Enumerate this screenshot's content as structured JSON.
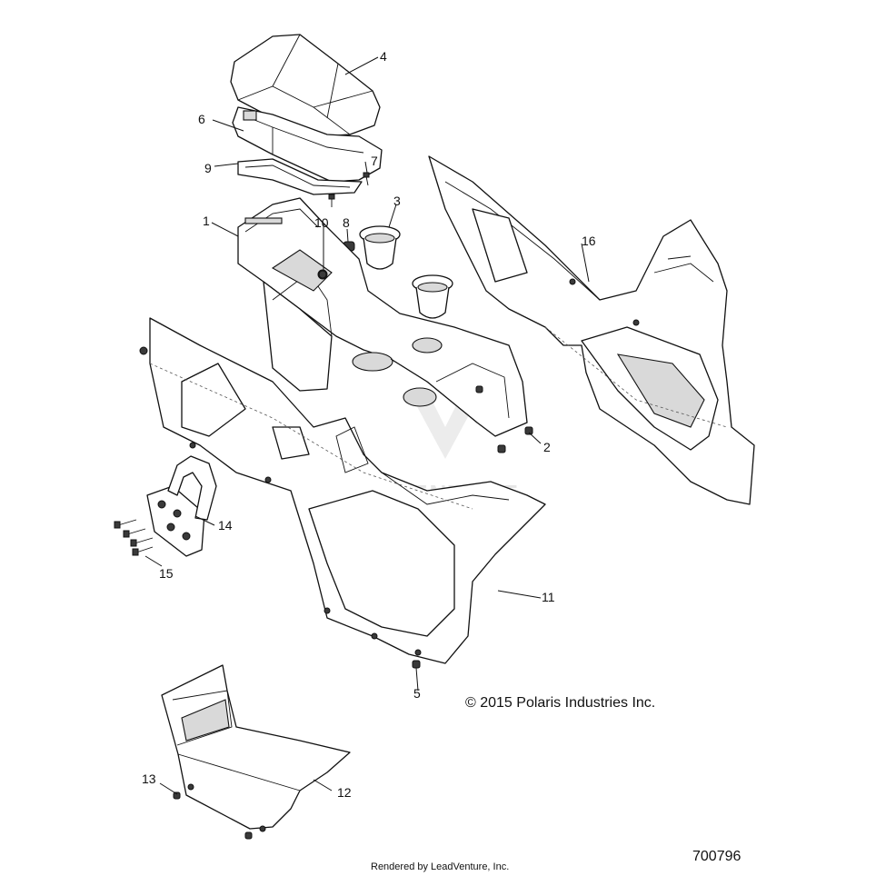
{
  "callouts": [
    "1",
    "2",
    "3",
    "4",
    "5",
    "6",
    "7",
    "8",
    "9",
    "10",
    "11",
    "12",
    "13",
    "14",
    "15",
    "16"
  ],
  "copyright": "© 2015 Polaris Industries Inc.",
  "diagram_number": "700796",
  "rendered_by": "Rendered by LeadVenture, Inc.",
  "watermark": "LEADVENTURE"
}
